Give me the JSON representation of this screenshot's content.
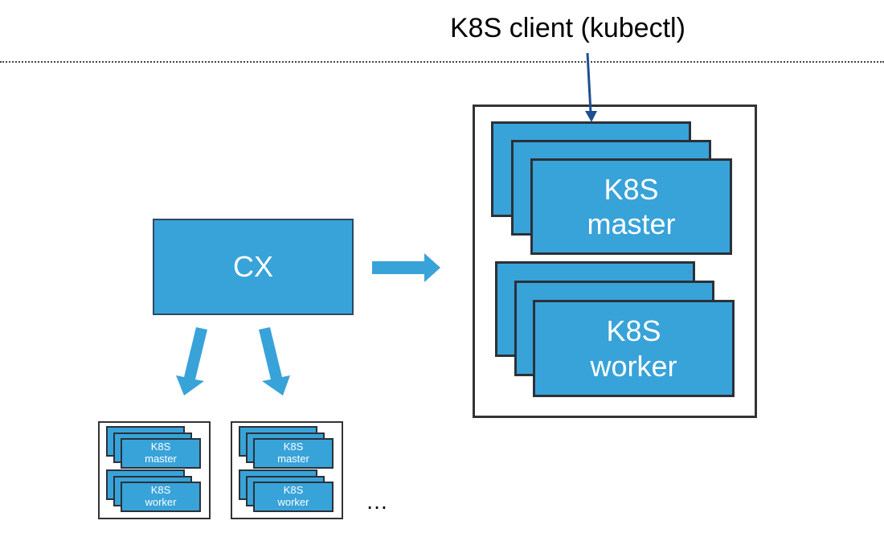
{
  "client": {
    "label": "K8S client (kubectl)"
  },
  "cx": {
    "label": "CX"
  },
  "main_cluster": {
    "master_lines": [
      "K8S",
      "master"
    ],
    "worker_lines": [
      "K8S",
      "worker"
    ]
  },
  "mini_clusters": [
    {
      "master_lines": [
        "K8S",
        "master"
      ],
      "worker_lines": [
        "K8S",
        "worker"
      ]
    },
    {
      "master_lines": [
        "K8S",
        "master"
      ],
      "worker_lines": [
        "K8S",
        "worker"
      ]
    }
  ],
  "more": "…",
  "colors": {
    "node_fill": "#38a3d9",
    "node_border": "#2b3138",
    "client_arrow": "#1f4f8f"
  }
}
